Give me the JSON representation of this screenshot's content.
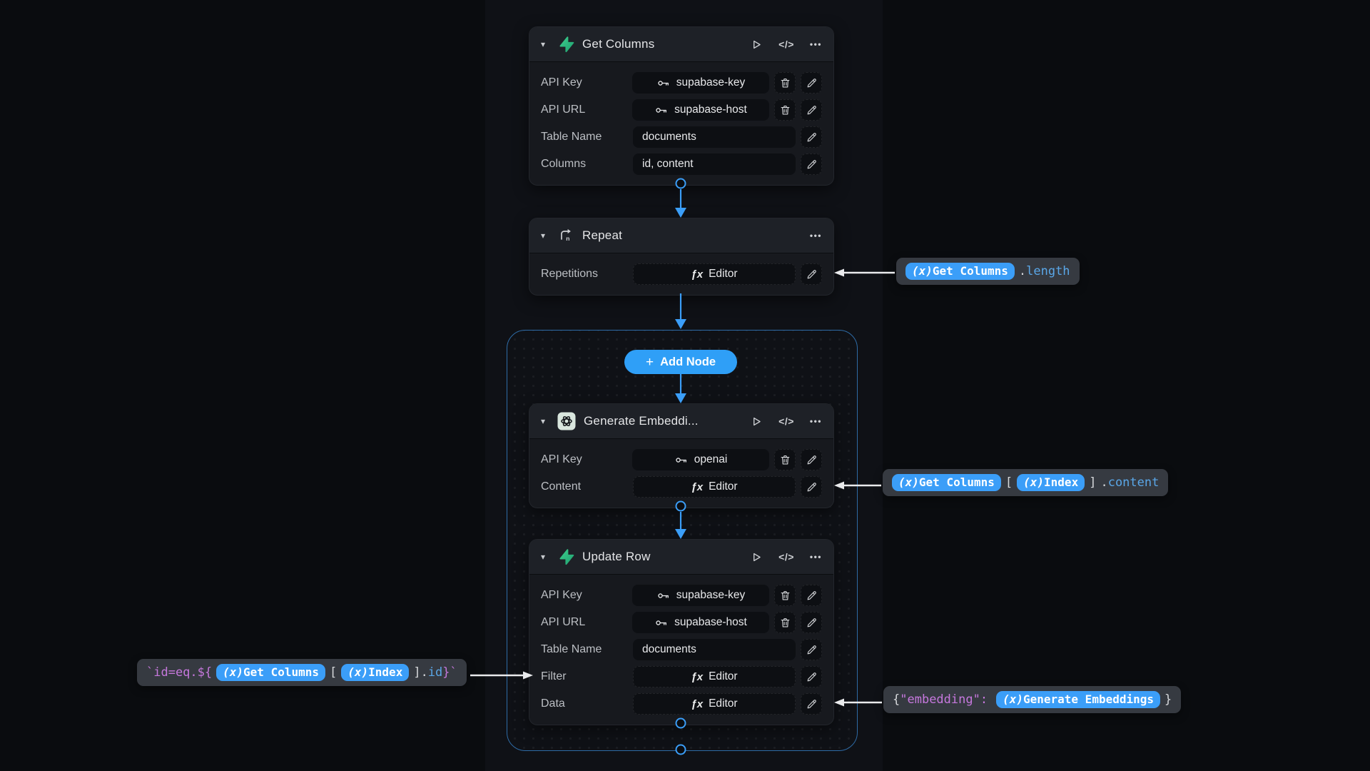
{
  "colors": {
    "accent_blue": "#3b9ef8",
    "supabase_green": "#3ecf8e",
    "container_border": "#2e6ba6",
    "code_purple": "#c678dd",
    "code_blue": "#5aa7e8",
    "pill_blue": "#3b9ef8",
    "arrow_white": "#e9eaec"
  },
  "icons": {
    "chevron": "▾",
    "code": "</>",
    "ellipsis": "•••",
    "fx": "ƒx",
    "plus": "+"
  },
  "editor_label": "Editor",
  "buttons": {
    "add_node": "Add Node"
  },
  "nodes": {
    "get_columns": {
      "title": "Get Columns",
      "fields": {
        "api_key": {
          "label": "API Key",
          "value": "supabase-key"
        },
        "api_url": {
          "label": "API URL",
          "value": "supabase-host"
        },
        "table_name": {
          "label": "Table Name",
          "value": "documents"
        },
        "columns": {
          "label": "Columns",
          "value": "id, content"
        }
      }
    },
    "repeat": {
      "title": "Repeat",
      "fields": {
        "repetitions": {
          "label": "Repetitions"
        }
      }
    },
    "generate_embeddings": {
      "title": "Generate Embeddi...",
      "fields": {
        "api_key": {
          "label": "API Key",
          "value": "openai"
        },
        "content": {
          "label": "Content"
        }
      }
    },
    "update_row": {
      "title": "Update Row",
      "fields": {
        "api_key": {
          "label": "API Key",
          "value": "supabase-key"
        },
        "api_url": {
          "label": "API URL",
          "value": "supabase-host"
        },
        "table_name": {
          "label": "Table Name",
          "value": "documents"
        },
        "filter": {
          "label": "Filter"
        },
        "data": {
          "label": "Data"
        }
      }
    }
  },
  "annotations": {
    "repetitions": {
      "pill1_x": "(x)",
      "pill1": "Get Columns",
      "dot": ".",
      "word": "length"
    },
    "content": {
      "pill1_x": "(x)",
      "pill1": "Get Columns",
      "open_bracket": "[",
      "pill2_x": "(x)",
      "pill2": "Index",
      "close_bracket": "]",
      "dot": ".",
      "word": "content"
    },
    "filter": {
      "prefix": "`id=eq.${",
      "pill1_x": "(x)",
      "pill1": "Get Columns",
      "open_bracket": "[",
      "pill2_x": "(x)",
      "pill2": "Index",
      "close_bracket": "].",
      "word": "id",
      "suffix": "}`"
    },
    "data": {
      "open_brace": "{",
      "key": "\"embedding\":",
      "pill1_x": "(x)",
      "pill1": "Generate Embeddings",
      "close_brace": "}"
    }
  }
}
